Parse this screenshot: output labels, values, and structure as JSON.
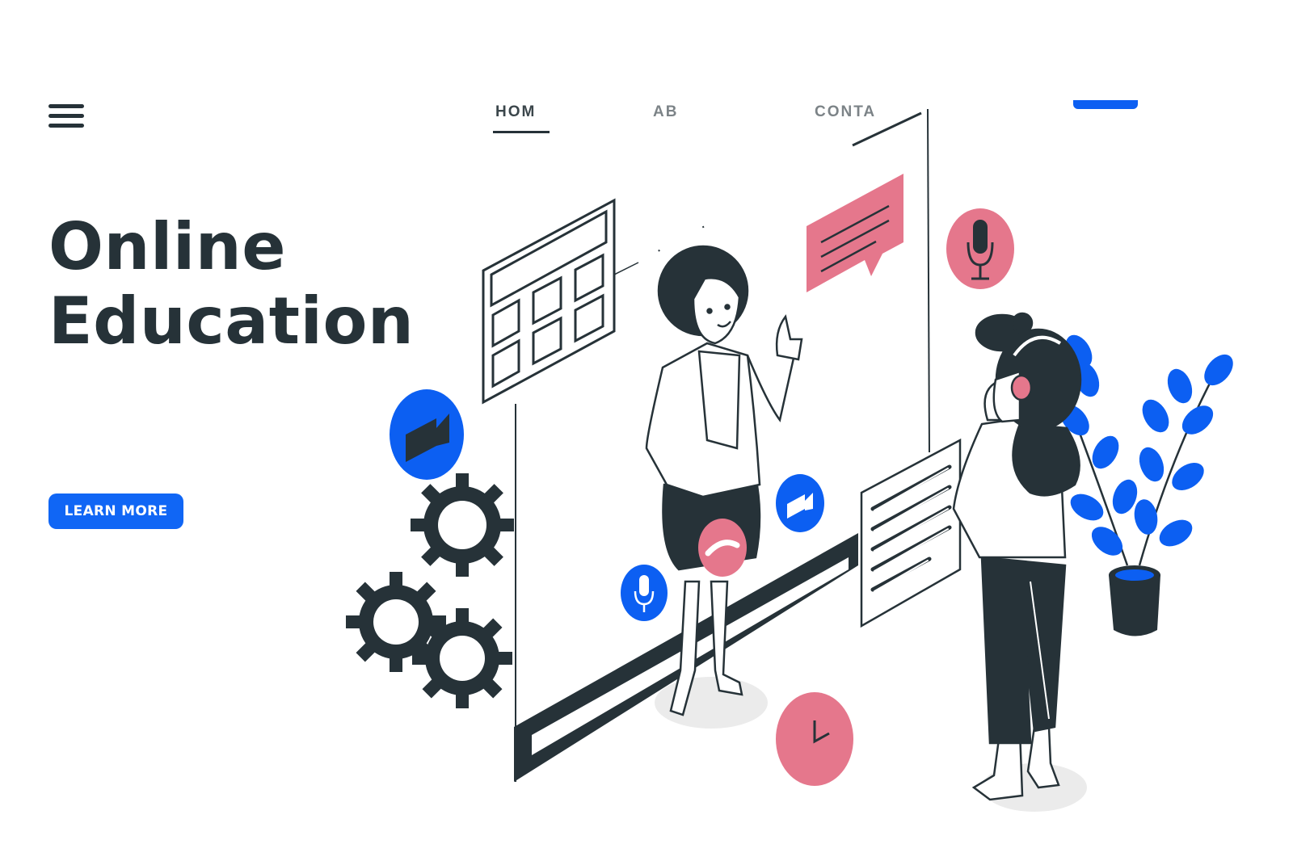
{
  "header": {
    "menu_icon": "hamburger-menu-icon",
    "nav": [
      {
        "label": "HOM"
      },
      {
        "label": "AB"
      },
      {
        "label": "CONTA"
      }
    ]
  },
  "hero": {
    "title_line1": "Online",
    "title_line2": "Education",
    "cta_label": "LEARN MORE"
  },
  "illustration": {
    "icons": [
      "video-camera-icon",
      "microphone-icon",
      "end-call-icon",
      "chat-bubble-icon",
      "gear-icon",
      "clock-icon",
      "calendar-icon",
      "document-icon",
      "plant-icon",
      "headphones-icon"
    ],
    "colors": {
      "blue": "#0c5ff2",
      "pink": "#e5778c",
      "dark": "#263238",
      "shadow": "#ebebeb"
    }
  }
}
